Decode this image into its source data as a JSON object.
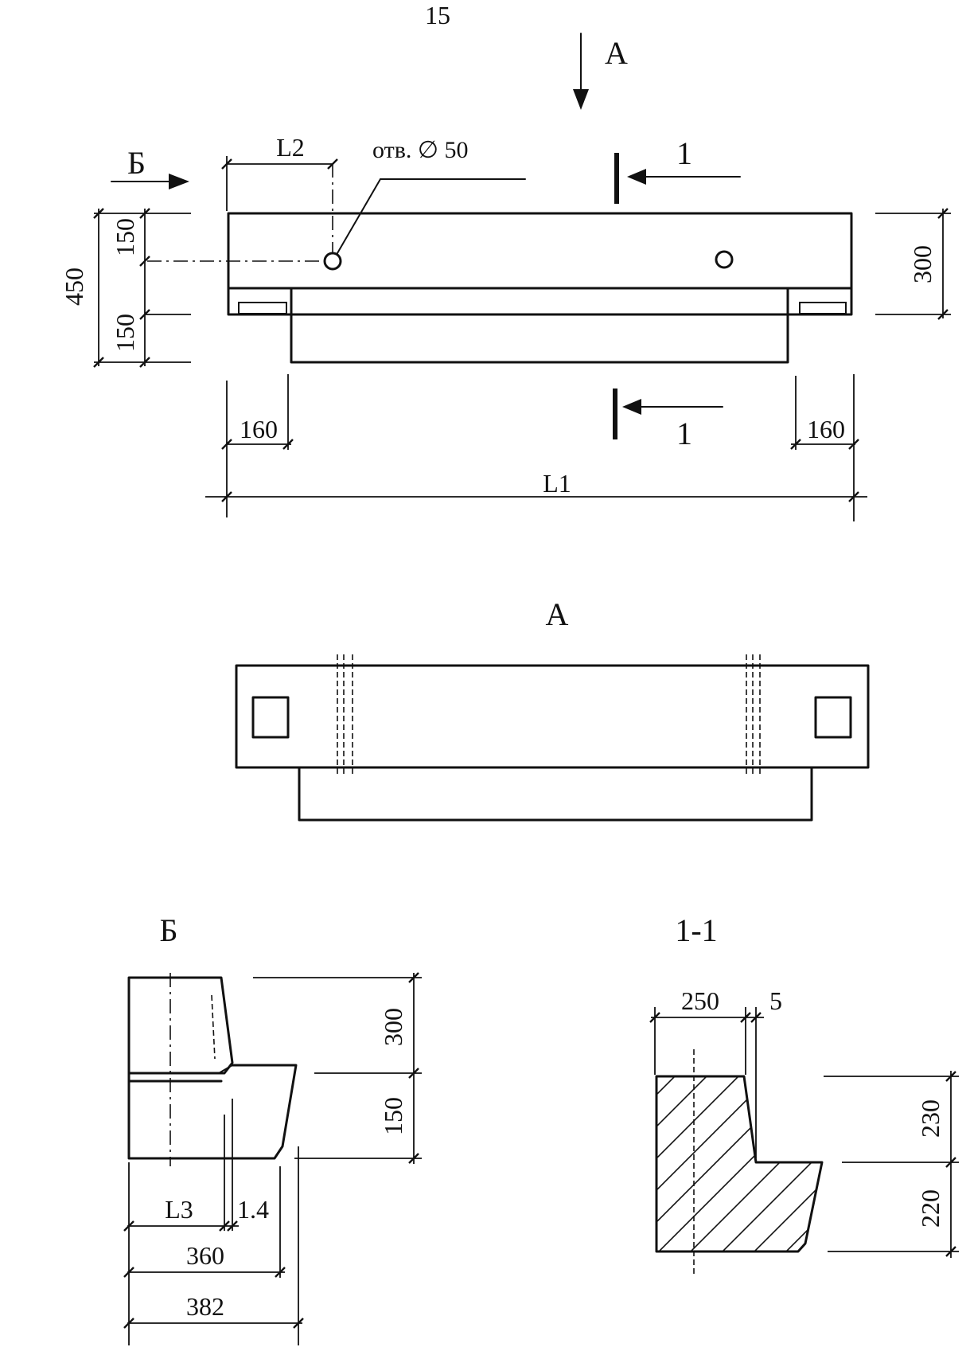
{
  "page_number": "15",
  "views": {
    "view_a_label": "А",
    "view_b_label": "Б",
    "section_label": "1-1",
    "section_mark": "1"
  },
  "front_view": {
    "hole_note": "отв. ∅ 50",
    "dim_l1": "L1",
    "dim_l2": "L2",
    "dim_450": "450",
    "dim_150_top": "150",
    "dim_150_bottom": "150",
    "dim_300": "300",
    "dim_160_left": "160",
    "dim_160_right": "160"
  },
  "side_view_b": {
    "dim_300": "300",
    "dim_150": "150",
    "dim_l3": "L3",
    "dim_1_4": "1.4",
    "dim_360": "360",
    "dim_382": "382"
  },
  "section_1_1": {
    "dim_250": "250",
    "dim_5": "5",
    "dim_230": "230",
    "dim_220": "220"
  }
}
